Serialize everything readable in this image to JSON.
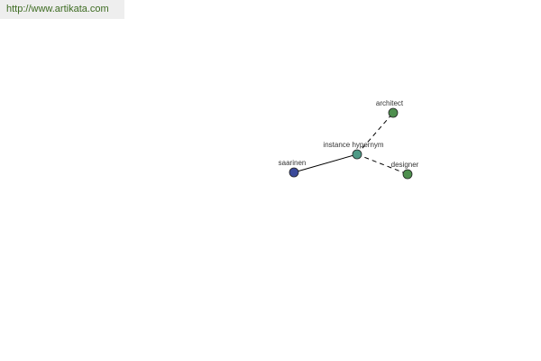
{
  "header": {
    "link_text": "http://www.artikata.com"
  },
  "graph": {
    "nodes": {
      "center": {
        "label": "instance hypernym",
        "color": "#4e9a86"
      },
      "saarinen": {
        "label": "saarinen",
        "color": "#3b4a9a"
      },
      "architect": {
        "label": "architect",
        "color": "#4e8f4e"
      },
      "designer": {
        "label": "designer",
        "color": "#4e8f4e"
      }
    },
    "edges": [
      {
        "from": "saarinen",
        "to": "center",
        "style": "solid"
      },
      {
        "from": "center",
        "to": "architect",
        "style": "dashed"
      },
      {
        "from": "center",
        "to": "designer",
        "style": "dashed"
      }
    ]
  }
}
